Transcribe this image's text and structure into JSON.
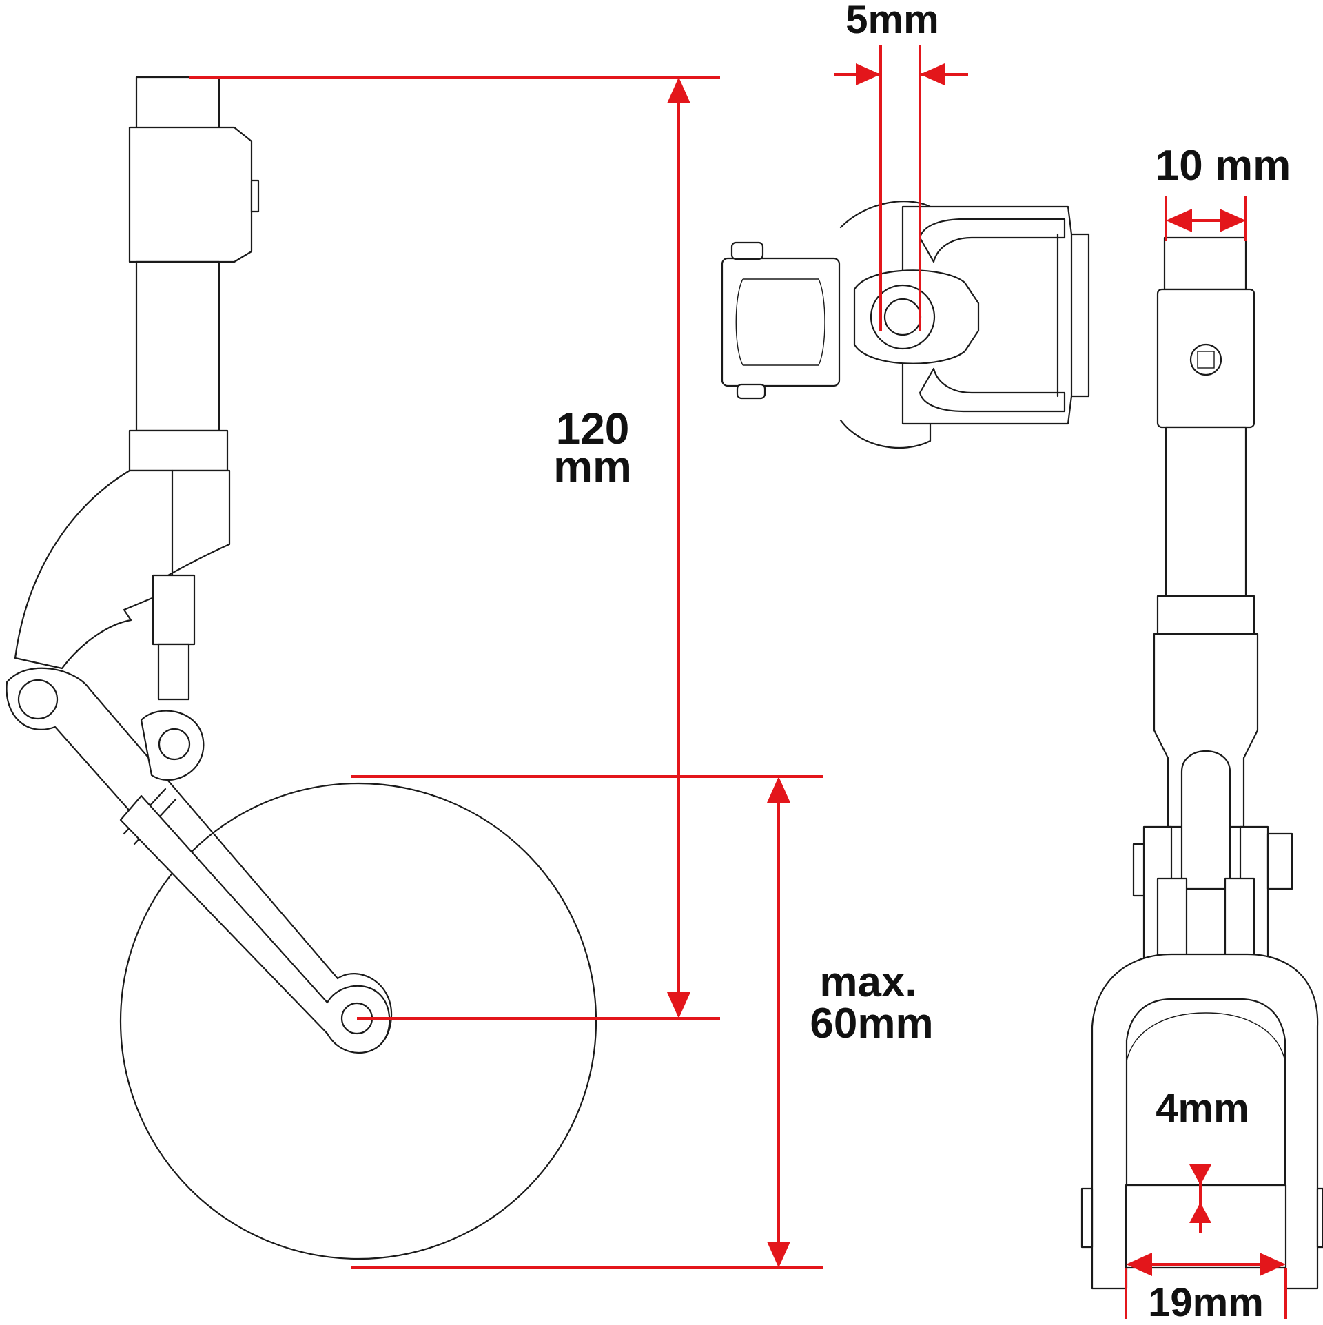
{
  "dimensions": {
    "total_height": {
      "value": "120",
      "unit": "mm"
    },
    "wheel_diameter": {
      "line1": "max.",
      "line2": "60mm"
    },
    "axle_bore": "5mm",
    "stem_width": "10 mm",
    "wheel_width": "19mm",
    "fork_thickness": "4mm"
  },
  "colors": {
    "dimension_lines": "#e3161b",
    "outline": "#1a1a1a",
    "label_text": "#111111",
    "background": "#ffffff"
  }
}
